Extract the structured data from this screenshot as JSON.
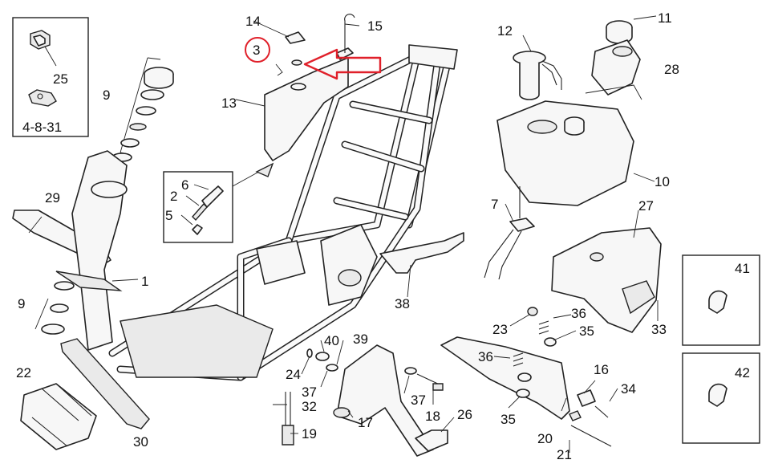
{
  "labels": {
    "p1": "1",
    "p2": "2",
    "p3": "3",
    "p4_8_31": "4-8-31",
    "p5": "5",
    "p6": "6",
    "p7": "7",
    "p9a": "9",
    "p9b": "9",
    "p10": "10",
    "p11": "11",
    "p12": "12",
    "p13": "13",
    "p14": "14",
    "p15": "15",
    "p16": "16",
    "p17": "17",
    "p18": "18",
    "p19": "19",
    "p20": "20",
    "p21": "21",
    "p22": "22",
    "p23": "23",
    "p24": "24",
    "p25": "25",
    "p26": "26",
    "p27": "27",
    "p28": "28",
    "p29": "29",
    "p30": "30",
    "p32": "32",
    "p33": "33",
    "p34": "34",
    "p35a": "35",
    "p35b": "35",
    "p36a": "36",
    "p36b": "36",
    "p37a": "37",
    "p37b": "37",
    "p38": "38",
    "p39": "39",
    "p40": "40",
    "p41": "41",
    "p42": "42"
  },
  "highlight": {
    "circle_color": "#e0202a",
    "arrow_color": "#e0202a"
  }
}
